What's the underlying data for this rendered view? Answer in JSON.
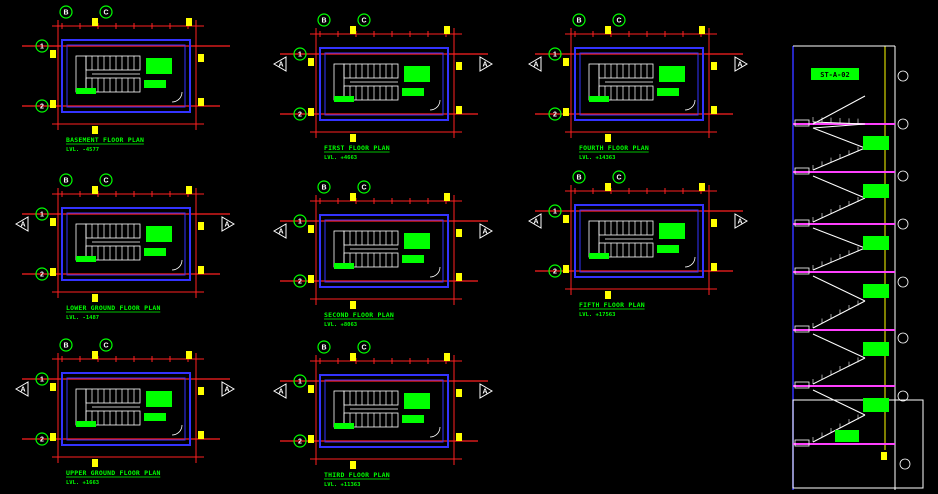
{
  "plans": [
    {
      "title": "BASEMENT FLOOR PLAN",
      "level": "LVL. -4577"
    },
    {
      "title": "FIRST FLOOR PLAN",
      "level": "LVL. +4663"
    },
    {
      "title": "FOURTH FLOOR PLAN",
      "level": "LVL. +14363"
    },
    {
      "title": "LOWER GROUND FLOOR PLAN",
      "level": "LVL. -1487"
    },
    {
      "title": "SECOND FLOOR PLAN",
      "level": "LVL. +8063"
    },
    {
      "title": "FIFTH FLOOR PLAN",
      "level": "LVL. +17563"
    },
    {
      "title": "UPPER GROUND FLOOR PLAN",
      "level": "LVL. +1663"
    },
    {
      "title": "THIRD FLOOR PLAN",
      "level": "LVL. +11363"
    }
  ],
  "grid_labels": {
    "col_b": "B",
    "col_c": "C",
    "row_1": "1",
    "row_2": "2",
    "section_marker": "A"
  },
  "section": {
    "tag": "ST-A-02"
  },
  "colors": {
    "background": "#000000",
    "wall": "#3333ff",
    "dimension": "#ff2020",
    "grid_bubble": "#00ff00",
    "text": "#00ff00",
    "stair": "#ffffff",
    "tag": "#ffff00",
    "section_wall": "#ff40ff"
  }
}
